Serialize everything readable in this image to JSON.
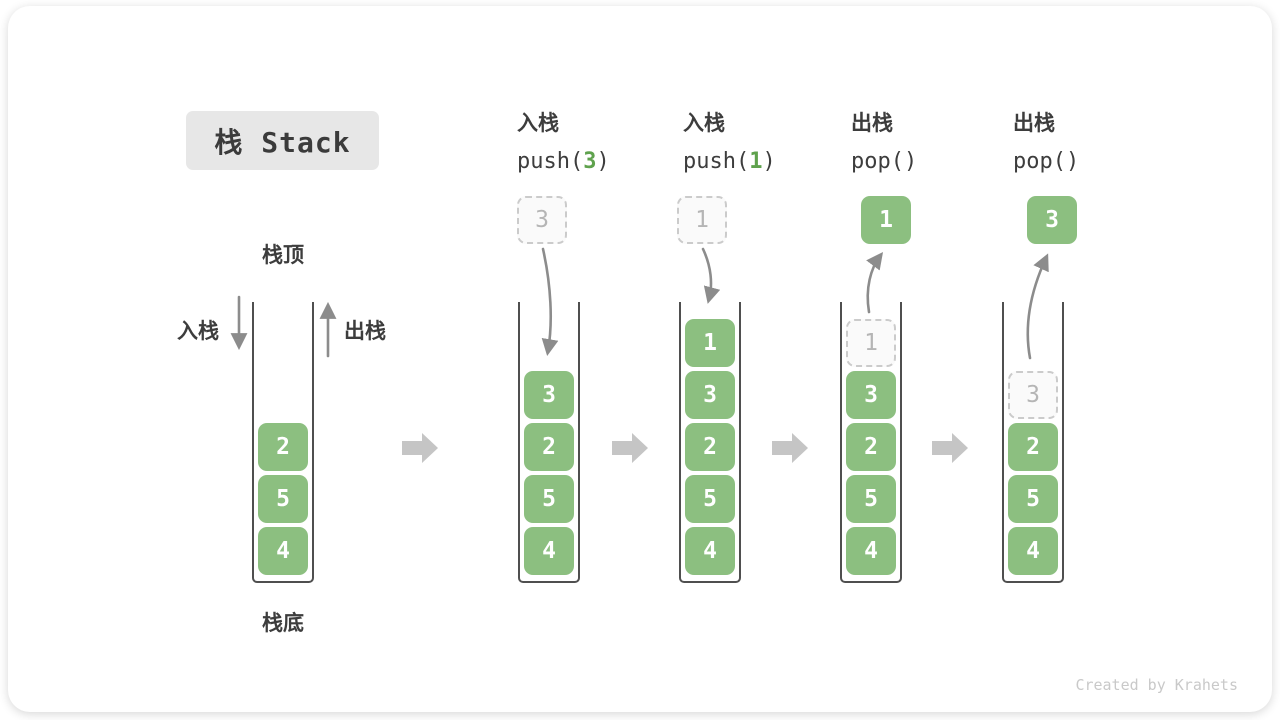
{
  "title": "栈 Stack",
  "legend": {
    "stack_top": "栈顶",
    "stack_bottom": "栈底",
    "push": "入栈",
    "pop": "出栈"
  },
  "initial_stack": {
    "values": [
      "2",
      "5",
      "4"
    ]
  },
  "steps": [
    {
      "op": "入栈",
      "call_prefix": "push(",
      "call_arg": "3",
      "call_suffix": ")",
      "floating": {
        "value": "3",
        "kind": "ghost"
      },
      "stack": [
        {
          "value": "3"
        },
        {
          "value": "2"
        },
        {
          "value": "5"
        },
        {
          "value": "4"
        }
      ]
    },
    {
      "op": "入栈",
      "call_prefix": "push(",
      "call_arg": "1",
      "call_suffix": ")",
      "floating": {
        "value": "1",
        "kind": "ghost"
      },
      "stack": [
        {
          "value": "1"
        },
        {
          "value": "3"
        },
        {
          "value": "2"
        },
        {
          "value": "5"
        },
        {
          "value": "4"
        }
      ]
    },
    {
      "op": "出栈",
      "call_prefix": "pop(",
      "call_arg": "",
      "call_suffix": ")",
      "floating": {
        "value": "1",
        "kind": "solid"
      },
      "stack": [
        {
          "value": "1",
          "ghost": true
        },
        {
          "value": "3"
        },
        {
          "value": "2"
        },
        {
          "value": "5"
        },
        {
          "value": "4"
        }
      ]
    },
    {
      "op": "出栈",
      "call_prefix": "pop(",
      "call_arg": "",
      "call_suffix": ")",
      "floating": {
        "value": "3",
        "kind": "solid"
      },
      "stack": [
        {
          "value": "3",
          "ghost": true
        },
        {
          "value": "2"
        },
        {
          "value": "5"
        },
        {
          "value": "4"
        }
      ]
    }
  ],
  "footer": {
    "credit": "Created by Krahets"
  },
  "colors": {
    "box_green": "#8CBF80",
    "call_arg_green": "#5FA24D",
    "arrow_gray": "#8C8C8C",
    "block_arrow_gray": "#C5C5C5",
    "ghost_border": "#CBCBCB",
    "label_dark": "#3D3D3D",
    "title_bg": "#E7E7E7"
  }
}
